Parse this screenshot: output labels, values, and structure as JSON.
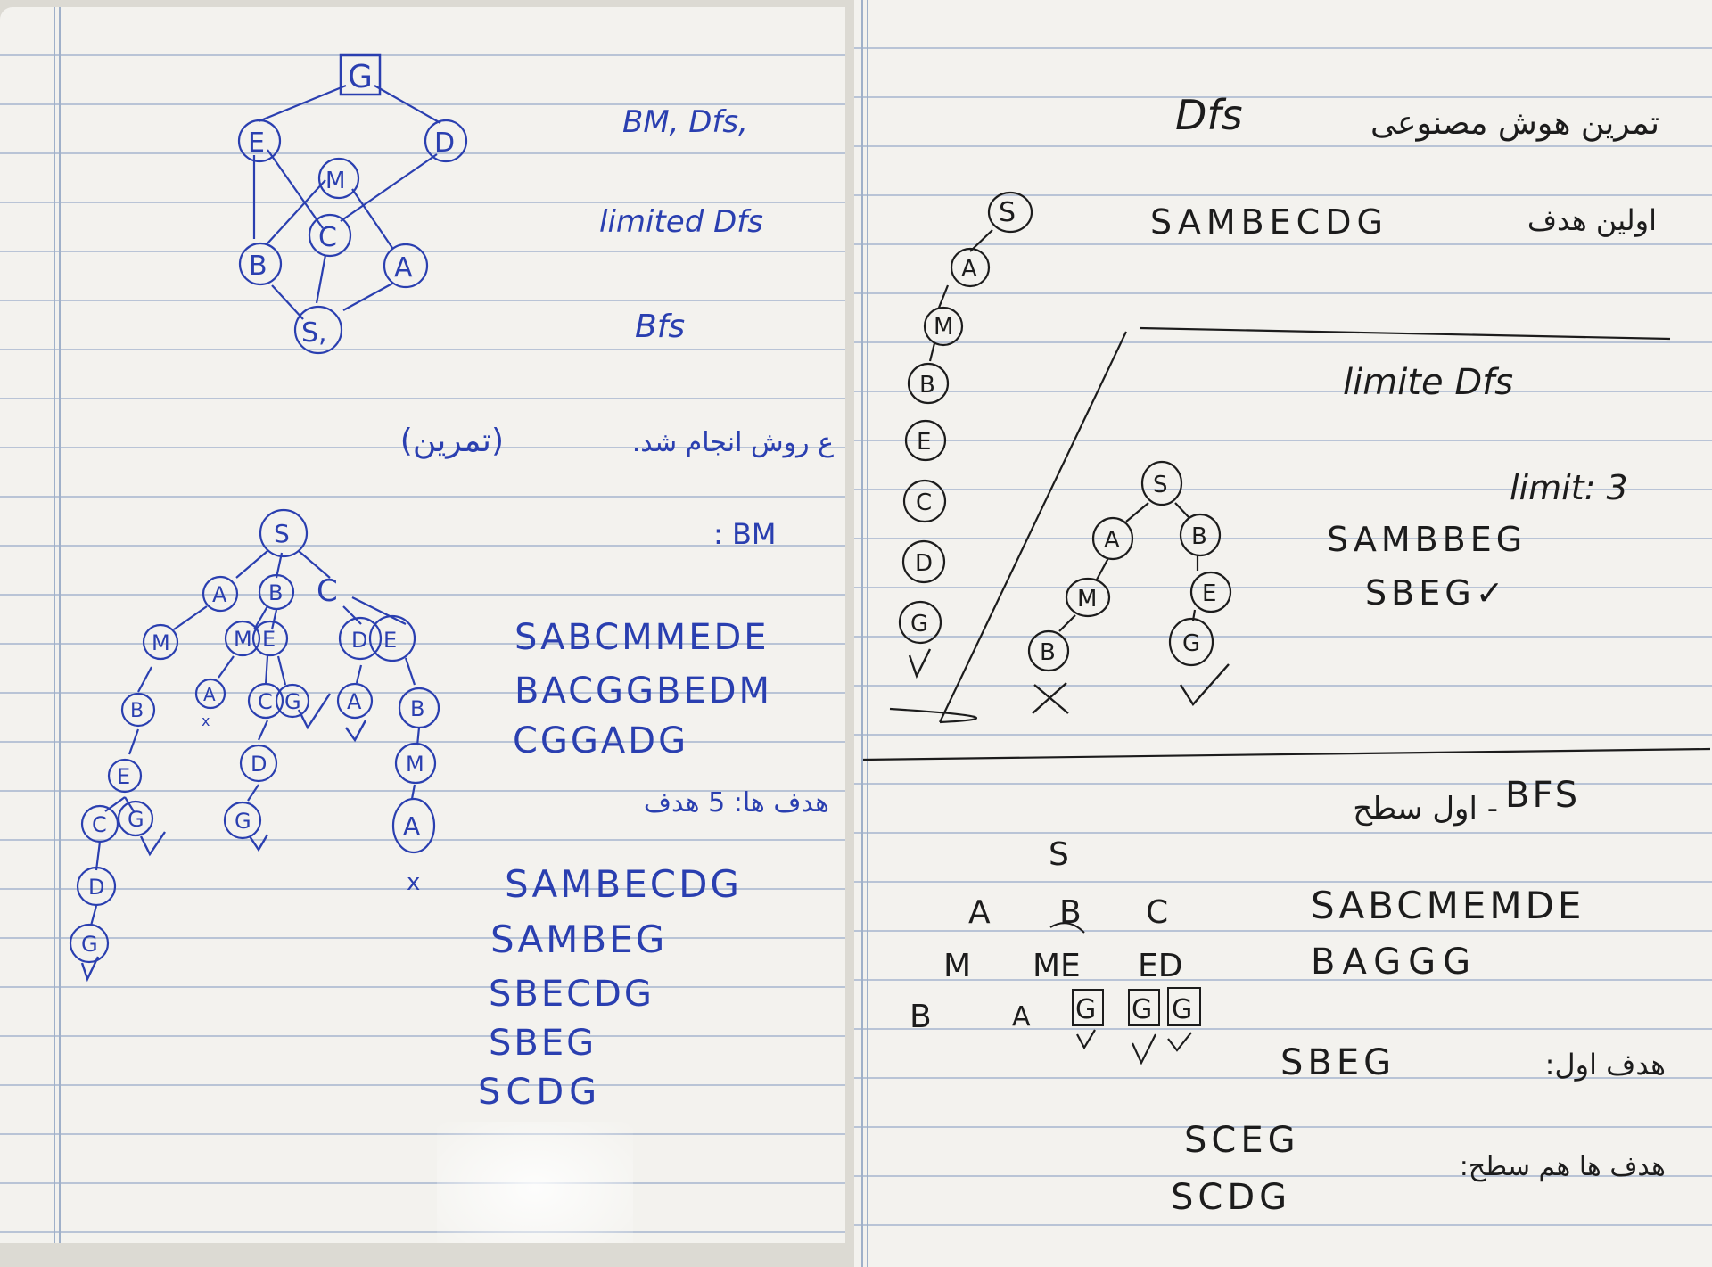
{
  "left_page": {
    "graph": {
      "nodes": [
        {
          "id": "G",
          "label": "G"
        },
        {
          "id": "E",
          "label": "E"
        },
        {
          "id": "D",
          "label": "D"
        },
        {
          "id": "M",
          "label": "M"
        },
        {
          "id": "B",
          "label": "B"
        },
        {
          "id": "C",
          "label": "C"
        },
        {
          "id": "A",
          "label": "A"
        },
        {
          "id": "S",
          "label": "S,"
        }
      ]
    },
    "methods": [
      "BM, Dfs,",
      "limited Dfs",
      "Bfs"
    ],
    "persian_note": "ع روش انجام شد.",
    "persian_paren": "(تمرین)",
    "bm_label": ": BM",
    "bm_tree_labels": {
      "root": "S",
      "l1": [
        "A",
        "B",
        "C"
      ],
      "l2": [
        "M",
        "M",
        "E",
        "D",
        "E"
      ],
      "l3": [
        "B",
        "A",
        "C",
        "G",
        "A",
        "B"
      ],
      "l4": [
        "E",
        "D",
        "M"
      ],
      "l5": [
        "C",
        "G",
        "G",
        "A"
      ],
      "l6": [
        "D"
      ],
      "l7": [
        "G"
      ],
      "marks": {
        "x_small": "x",
        "x_big": "x"
      }
    },
    "bm_sequence": [
      "SABCMMEDE",
      "BACGGBEDM",
      "CGGADG"
    ],
    "goal_count_note": "هدف ها: 5 هدف",
    "paths": [
      "SAMBECDG",
      "SAMBEG",
      "SBECDG",
      "SBEG",
      "SCDG"
    ]
  },
  "right_page": {
    "title_persian": "تمرین هوش مصنوعی",
    "title_latin": "Dfs",
    "first_goal_label": "اولین هدف",
    "dfs_sequence": "SAMBECDG",
    "dfs_chain": [
      "S",
      "A",
      "M",
      "B",
      "E",
      "C",
      "D",
      "G"
    ],
    "limited_title": "limite Dfs",
    "limit_label": "limit: 3",
    "limited_tree": {
      "root": "S",
      "left": [
        "A",
        "M",
        "B"
      ],
      "right": [
        "B",
        "E",
        "G"
      ]
    },
    "limited_paths": [
      "SAMBBEG",
      "SBEG✓"
    ],
    "bfs_title_latin": "BFS",
    "bfs_title_persian": "- اول سطح",
    "bfs_levels": [
      [
        "S"
      ],
      [
        "A",
        "B",
        "C"
      ],
      [
        "M",
        "ME",
        "ED"
      ],
      [
        "B",
        "A",
        "G",
        "G",
        "G"
      ]
    ],
    "bfs_sequence": [
      "SABCMEMDE",
      "BAGGG"
    ],
    "first_goal_note": "هدف اول:",
    "first_goal_path": "SBEG",
    "level_goals_note": "هدف ها هم سطح:",
    "level_goal_paths": [
      "SCEG",
      "SCDG"
    ]
  }
}
